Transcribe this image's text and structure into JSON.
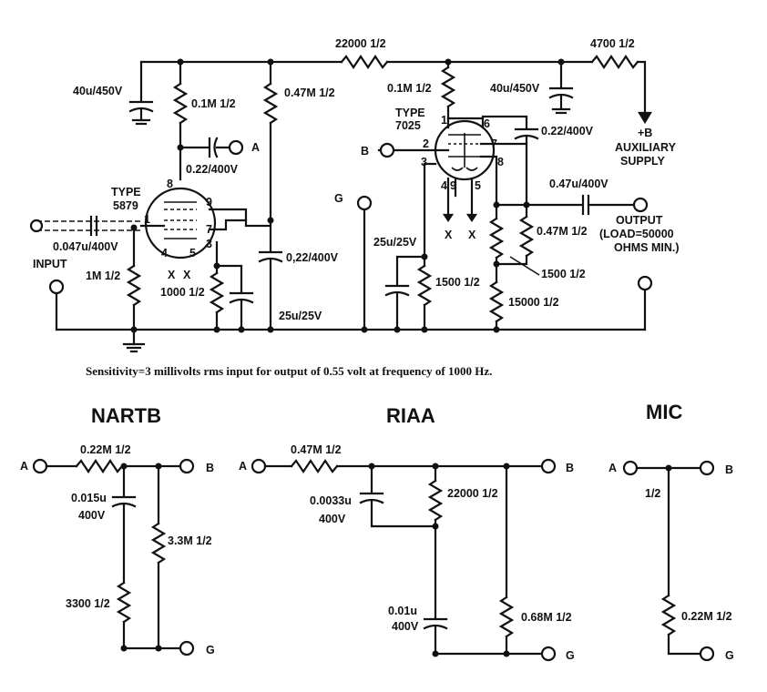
{
  "preamp": {
    "labels": {
      "c_in_supply": "40u/450V",
      "r_plate1": "0.1M 1/2",
      "r_screen": "0.47M 1/2",
      "r_dropping": "22000 1/2",
      "r_plate2": "0.1M 1/2",
      "c_mid_supply": "40u/450V",
      "r_supply": "4700 1/2",
      "b_plus": "+B",
      "aux_1": "AUXILIARY",
      "aux_2": "SUPPLY",
      "term_a": "A",
      "c_couple_a": "0.22/400V",
      "type1_a": "TYPE",
      "type1_b": "5879",
      "c_in": "0.047u/400V",
      "input": "INPUT",
      "r_grid": "1M 1/2",
      "r_cathode1": "1000 1/2",
      "c_screen": "0,22/400V",
      "c_cathode1": "25u/25V",
      "term_g": "G",
      "type2_a": "TYPE",
      "type2_b": "7025",
      "term_b": "B",
      "c_feedback": "0.22/400V",
      "c_out": "0.47u/400V",
      "output_1": "OUTPUT",
      "output_2": "(LOAD=50000",
      "output_3": "OHMS MIN.)",
      "r_fb": "0.47M 1/2",
      "c_cathode2": "25u/25V",
      "r_cathode2": "1500 1/2",
      "r_pot": "1500 1/2",
      "r_bottom": "15000 1/2",
      "pins": {
        "p8": "8",
        "p9": "9",
        "p1": "1",
        "p7": "7",
        "p3": "3",
        "p4": "4",
        "p5": "5",
        "q1": "1",
        "q6": "6",
        "q2": "2",
        "q7": "7",
        "q3": "3",
        "q8": "8",
        "q4": "4",
        "q9": "9",
        "q5": "5"
      },
      "nc": "X"
    },
    "sensitivity": "Sensitivity=3 millivolts rms input for output of 0.55 volt at frequency of 1000 Hz."
  },
  "nartb": {
    "title": "NARTB",
    "r_series": "0.22M 1/2",
    "c_shunt": "0.015u",
    "c_shunt_v": "400V",
    "r_shunt": "3300 1/2",
    "r_right": "3.3M 1/2",
    "a": "A",
    "b": "B",
    "g": "G"
  },
  "riaa": {
    "title": "RIAA",
    "r_series": "0.47M 1/2",
    "c_small": "0.0033u",
    "c_small_v": "400V",
    "r_mid": "22000 1/2",
    "c_shunt": "0.01u",
    "c_shunt_v": "400V",
    "r_right": "0.68M 1/2",
    "a": "A",
    "b": "B",
    "g": "G"
  },
  "mic": {
    "title": "MIC",
    "r_top": "1/2",
    "r_shunt": "0.22M 1/2",
    "a": "A",
    "b": "B",
    "g": "G"
  }
}
